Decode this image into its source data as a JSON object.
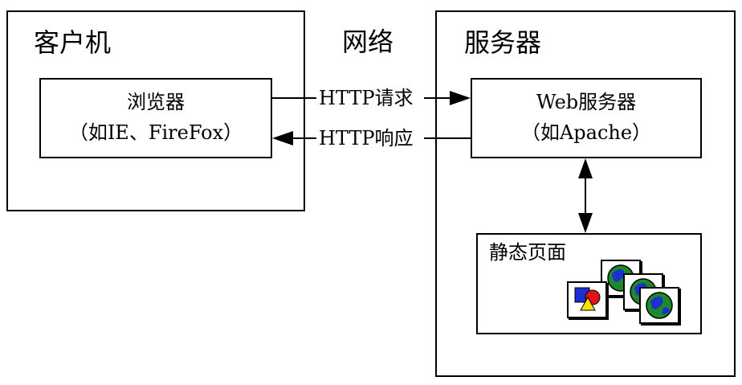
{
  "client": {
    "title": "客户机",
    "browser": {
      "line1": "浏览器",
      "line2": "（如IE、FireFox）"
    }
  },
  "network": {
    "title": "网络",
    "request": "HTTP请求",
    "response": "HTTP响应"
  },
  "server": {
    "title": "服务器",
    "web_server": {
      "line1": "Web服务器",
      "line2": "（如Apache）"
    },
    "static_pages": {
      "title": "静态页面"
    }
  }
}
